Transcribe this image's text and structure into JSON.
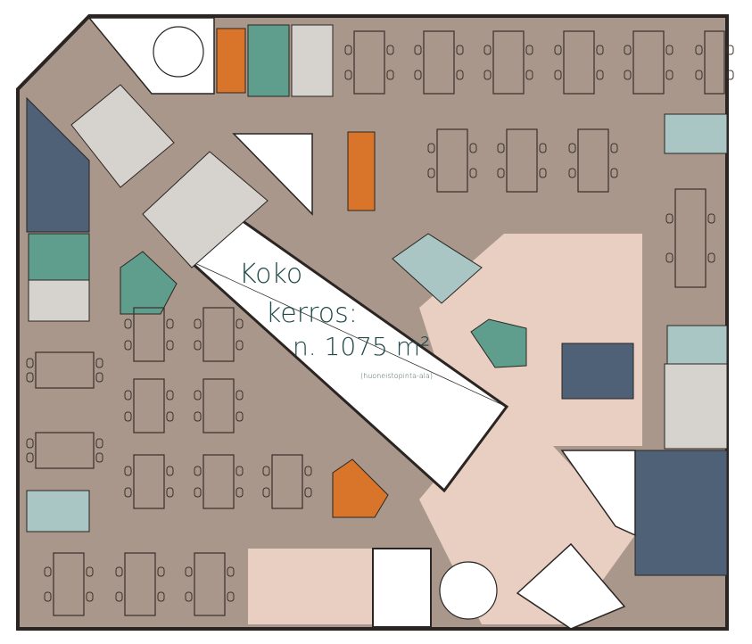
{
  "plan": {
    "title_line1": "Koko",
    "title_line2": "kerros:",
    "area": "n. 1075 m²",
    "area_note": "(huoneistopinta-ala)"
  },
  "colors": {
    "floor": "#a8978a",
    "lounge": "#e9cfc2",
    "atrium": "#ffffff",
    "room_green": "#5f9e8c",
    "room_orange": "#d9742b",
    "room_grey": "#d6d3ce",
    "room_blue": "#4e6176",
    "room_lightteal": "#a9c6c4",
    "wall": "#2a2522"
  }
}
